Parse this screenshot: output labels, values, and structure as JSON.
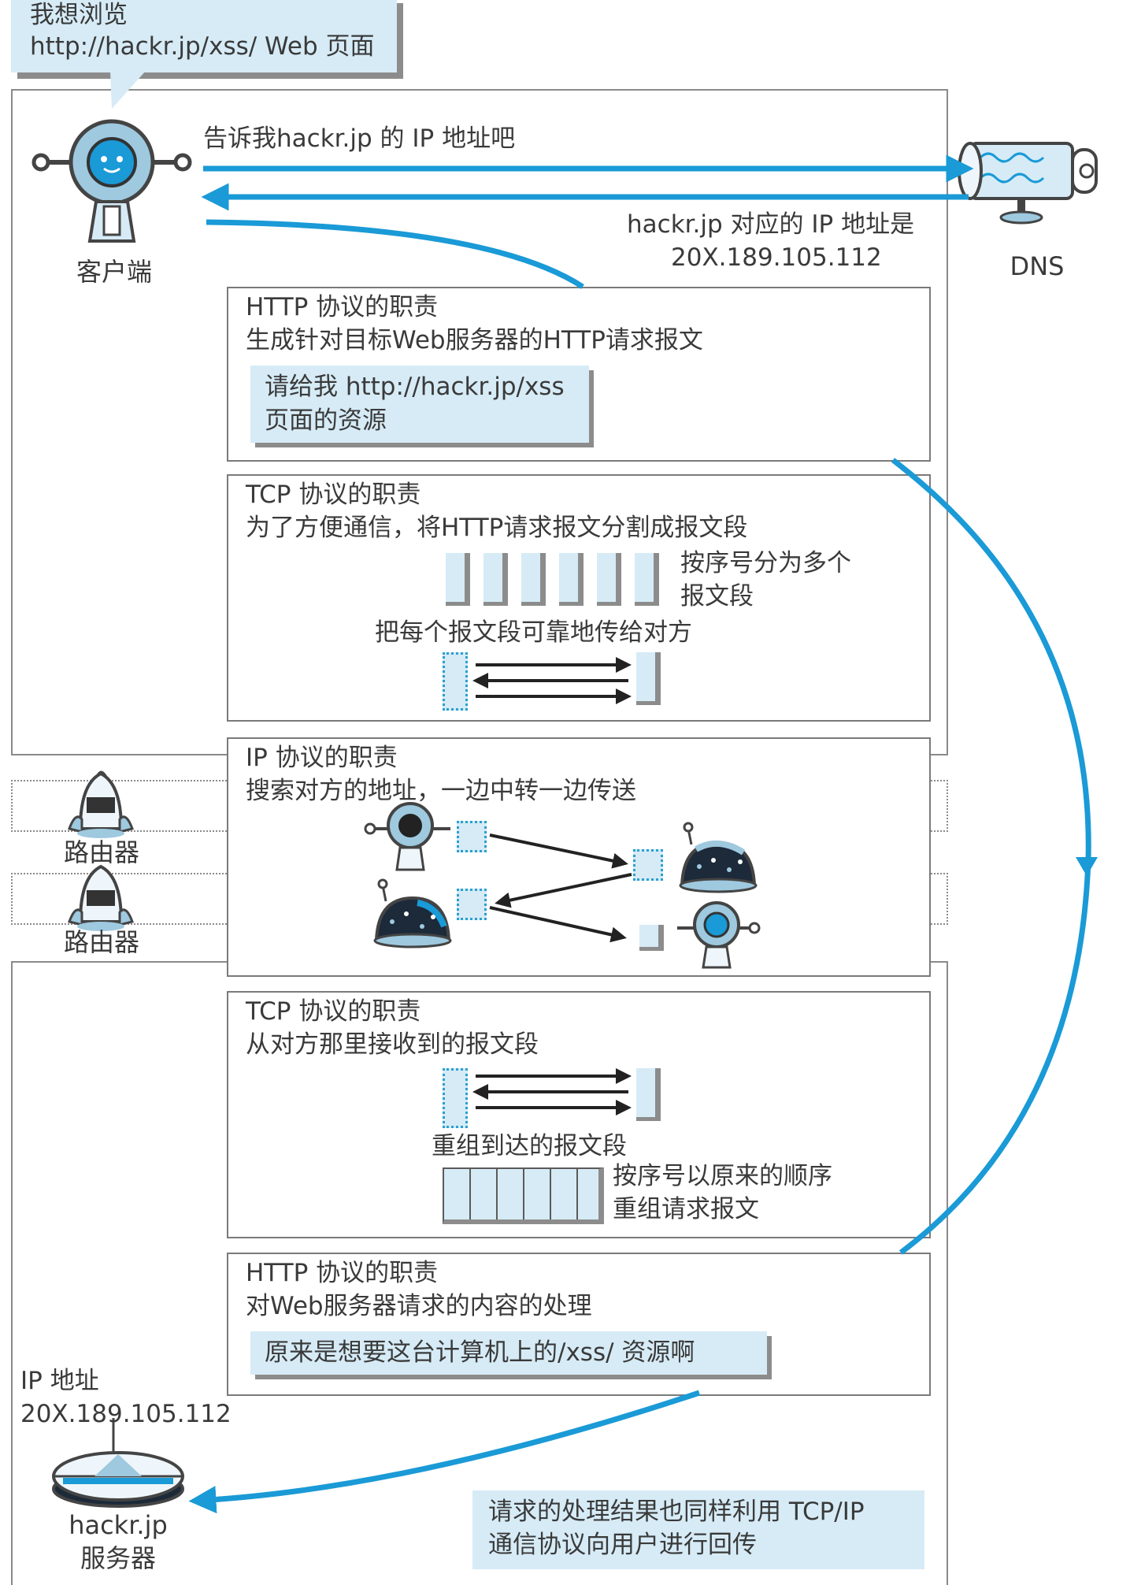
{
  "balloon": {
    "line1": "我想浏览",
    "line2": "http://hackr.jp/xss/ Web 页面"
  },
  "client": {
    "label": "客户端"
  },
  "dns": {
    "label": "DNS",
    "query": "告诉我hackr.jp 的 IP 地址吧",
    "reply_line1": "hackr.jp 对应的 IP 地址是",
    "reply_line2": "20X.189.105.112"
  },
  "http_client": {
    "title": "HTTP 协议的职责",
    "desc": "生成针对目标Web服务器的HTTP请求报文",
    "note_line1": "请给我 http://hackr.jp/xss",
    "note_line2": "页面的资源"
  },
  "tcp_client": {
    "title": "TCP 协议的职责",
    "desc": "为了方便通信，将HTTP请求报文分割成报文段",
    "seg_caption_line1": "按序号分为多个",
    "seg_caption_line2": "报文段",
    "transfer_caption": "把每个报文段可靠地传给对方"
  },
  "ip": {
    "title": "IP 协议的职责",
    "desc": "搜索对方的地址，一边中转一边传送"
  },
  "routers": [
    {
      "label": "路由器"
    },
    {
      "label": "路由器"
    }
  ],
  "tcp_server": {
    "title": "TCP 协议的职责",
    "desc": "从对方那里接收到的报文段",
    "reassemble_caption": "重组到达的报文段",
    "order_caption_line1": "按序号以原来的顺序",
    "order_caption_line2": "重组请求报文"
  },
  "http_server": {
    "title": "HTTP 协议的职责",
    "desc": "对Web服务器请求的内容的处理",
    "note": "原来是想要这台计算机上的/xss/ 资源啊"
  },
  "server": {
    "ip_label": "IP 地址",
    "ip_value": "20X.189.105.112",
    "name_line1": "hackr.jp",
    "name_line2": "服务器"
  },
  "response_note": {
    "line1": "请求的处理结果也同样利用 TCP/IP",
    "line2": "通信协议向用户进行回传"
  },
  "colors": {
    "arrow": "#1a9ad6",
    "note_fill": "#d6ebf6",
    "frame": "#8a8a8a"
  }
}
